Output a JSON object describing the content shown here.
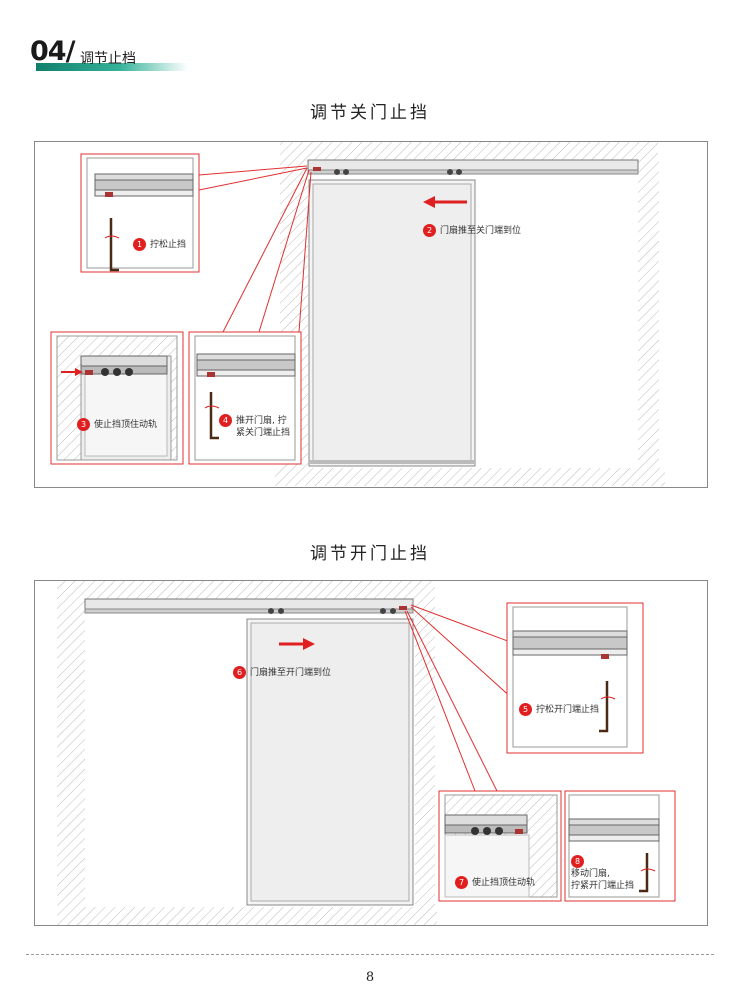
{
  "header": {
    "number": "04/",
    "subtitle": "调节止档"
  },
  "section1": {
    "title": "调节关门止挡",
    "steps": [
      {
        "n": "1",
        "text": "拧松止挡"
      },
      {
        "n": "2",
        "text": "门扇推至关门端到位"
      },
      {
        "n": "3",
        "text": "使止挡顶住动轨"
      },
      {
        "n": "4",
        "line1": "推开门扇, 拧",
        "line2": "紧关门端止挡"
      }
    ]
  },
  "section2": {
    "title": "调节开门止挡",
    "steps": [
      {
        "n": "5",
        "text": "拧松开门端止挡"
      },
      {
        "n": "6",
        "text": "门扇推至开门端到位"
      },
      {
        "n": "7",
        "text": "使止挡顶住动轨"
      },
      {
        "n": "8",
        "line1": "移动门扇,",
        "line2": "拧紧开门端止挡"
      }
    ]
  },
  "footer": {
    "page": "8"
  },
  "colors": {
    "accent": "#e02020",
    "teal": "#1a9a82",
    "line": "#e03030"
  }
}
